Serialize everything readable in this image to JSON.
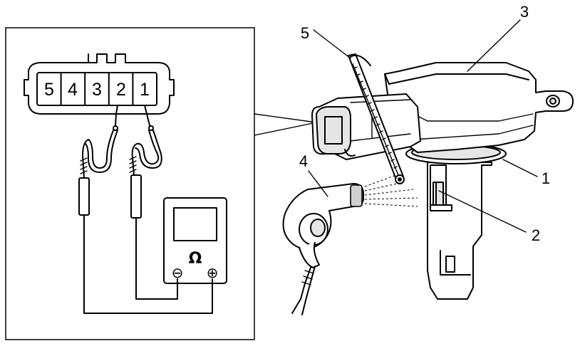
{
  "connector": {
    "pins": [
      "5",
      "4",
      "3",
      "2",
      "1"
    ]
  },
  "ohmmeter": {
    "symbol": "Ω",
    "negative_terminal": "⊖",
    "positive_terminal": "⊕"
  },
  "callouts": {
    "one": "1",
    "two": "2",
    "three": "3",
    "four": "4",
    "five": "5"
  },
  "parts": {
    "one": "sensor-element-ring",
    "two": "sensor-element-probe",
    "three": "mass-air-flow-meter",
    "four": "hair-dryer",
    "five": "thermometer"
  }
}
